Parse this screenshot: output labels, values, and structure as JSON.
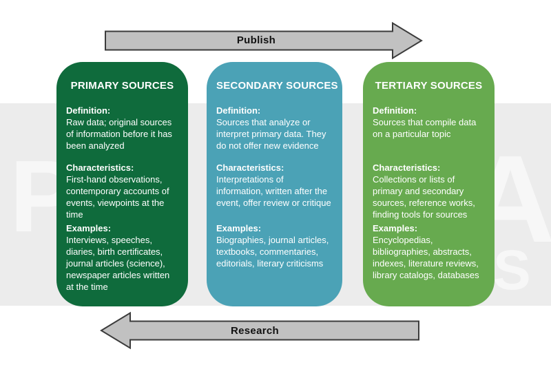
{
  "page": {
    "background_color": "#ffffff",
    "band_color": "#ececec",
    "watermark_color": "#f7f7f7"
  },
  "watermark": {
    "letters": [
      "P",
      "A",
      "S"
    ]
  },
  "arrows": {
    "fill": "#c1c1c1",
    "outline": "#3b3b3b",
    "top": {
      "label": "Publish",
      "direction": "right"
    },
    "bottom": {
      "label": "Research",
      "direction": "left"
    }
  },
  "cards": [
    {
      "title": "PRIMARY SOURCES",
      "color": "#0f6b3c",
      "sections": [
        {
          "label": "Definition:",
          "text": "Raw data; original sources of information before it has been analyzed"
        },
        {
          "label": "Characteristics:",
          "text": "First-hand observations, contemporary accounts of events, viewpoints at the time"
        },
        {
          "label": "Examples:",
          "text": "Interviews, speeches, diaries, birth certificates, journal articles (science), newspaper articles written at the time"
        }
      ]
    },
    {
      "title": "SECONDARY SOURCES",
      "color": "#4ba2b6",
      "sections": [
        {
          "label": "Definition:",
          "text": "Sources that analyze or interpret primary data. They do not offer new evidence"
        },
        {
          "label": "Characteristics:",
          "text": "Interpretations of information, written after the event, offer review or critique"
        },
        {
          "label": "Examples:",
          "text": "Biographies, journal articles, textbooks, commentaries, editorials, literary criticisms"
        }
      ]
    },
    {
      "title": "TERTIARY SOURCES",
      "color": "#67aa4f",
      "sections": [
        {
          "label": "Definition:",
          "text": "Sources that compile data on a particular topic"
        },
        {
          "label": "Characteristics:",
          "text": "Collections or lists of primary and secondary sources, reference works, finding tools for sources"
        },
        {
          "label": "Examples:",
          "text": "Encyclopedias, bibliographies, abstracts, indexes, literature reviews, library catalogs, databases"
        }
      ]
    }
  ]
}
